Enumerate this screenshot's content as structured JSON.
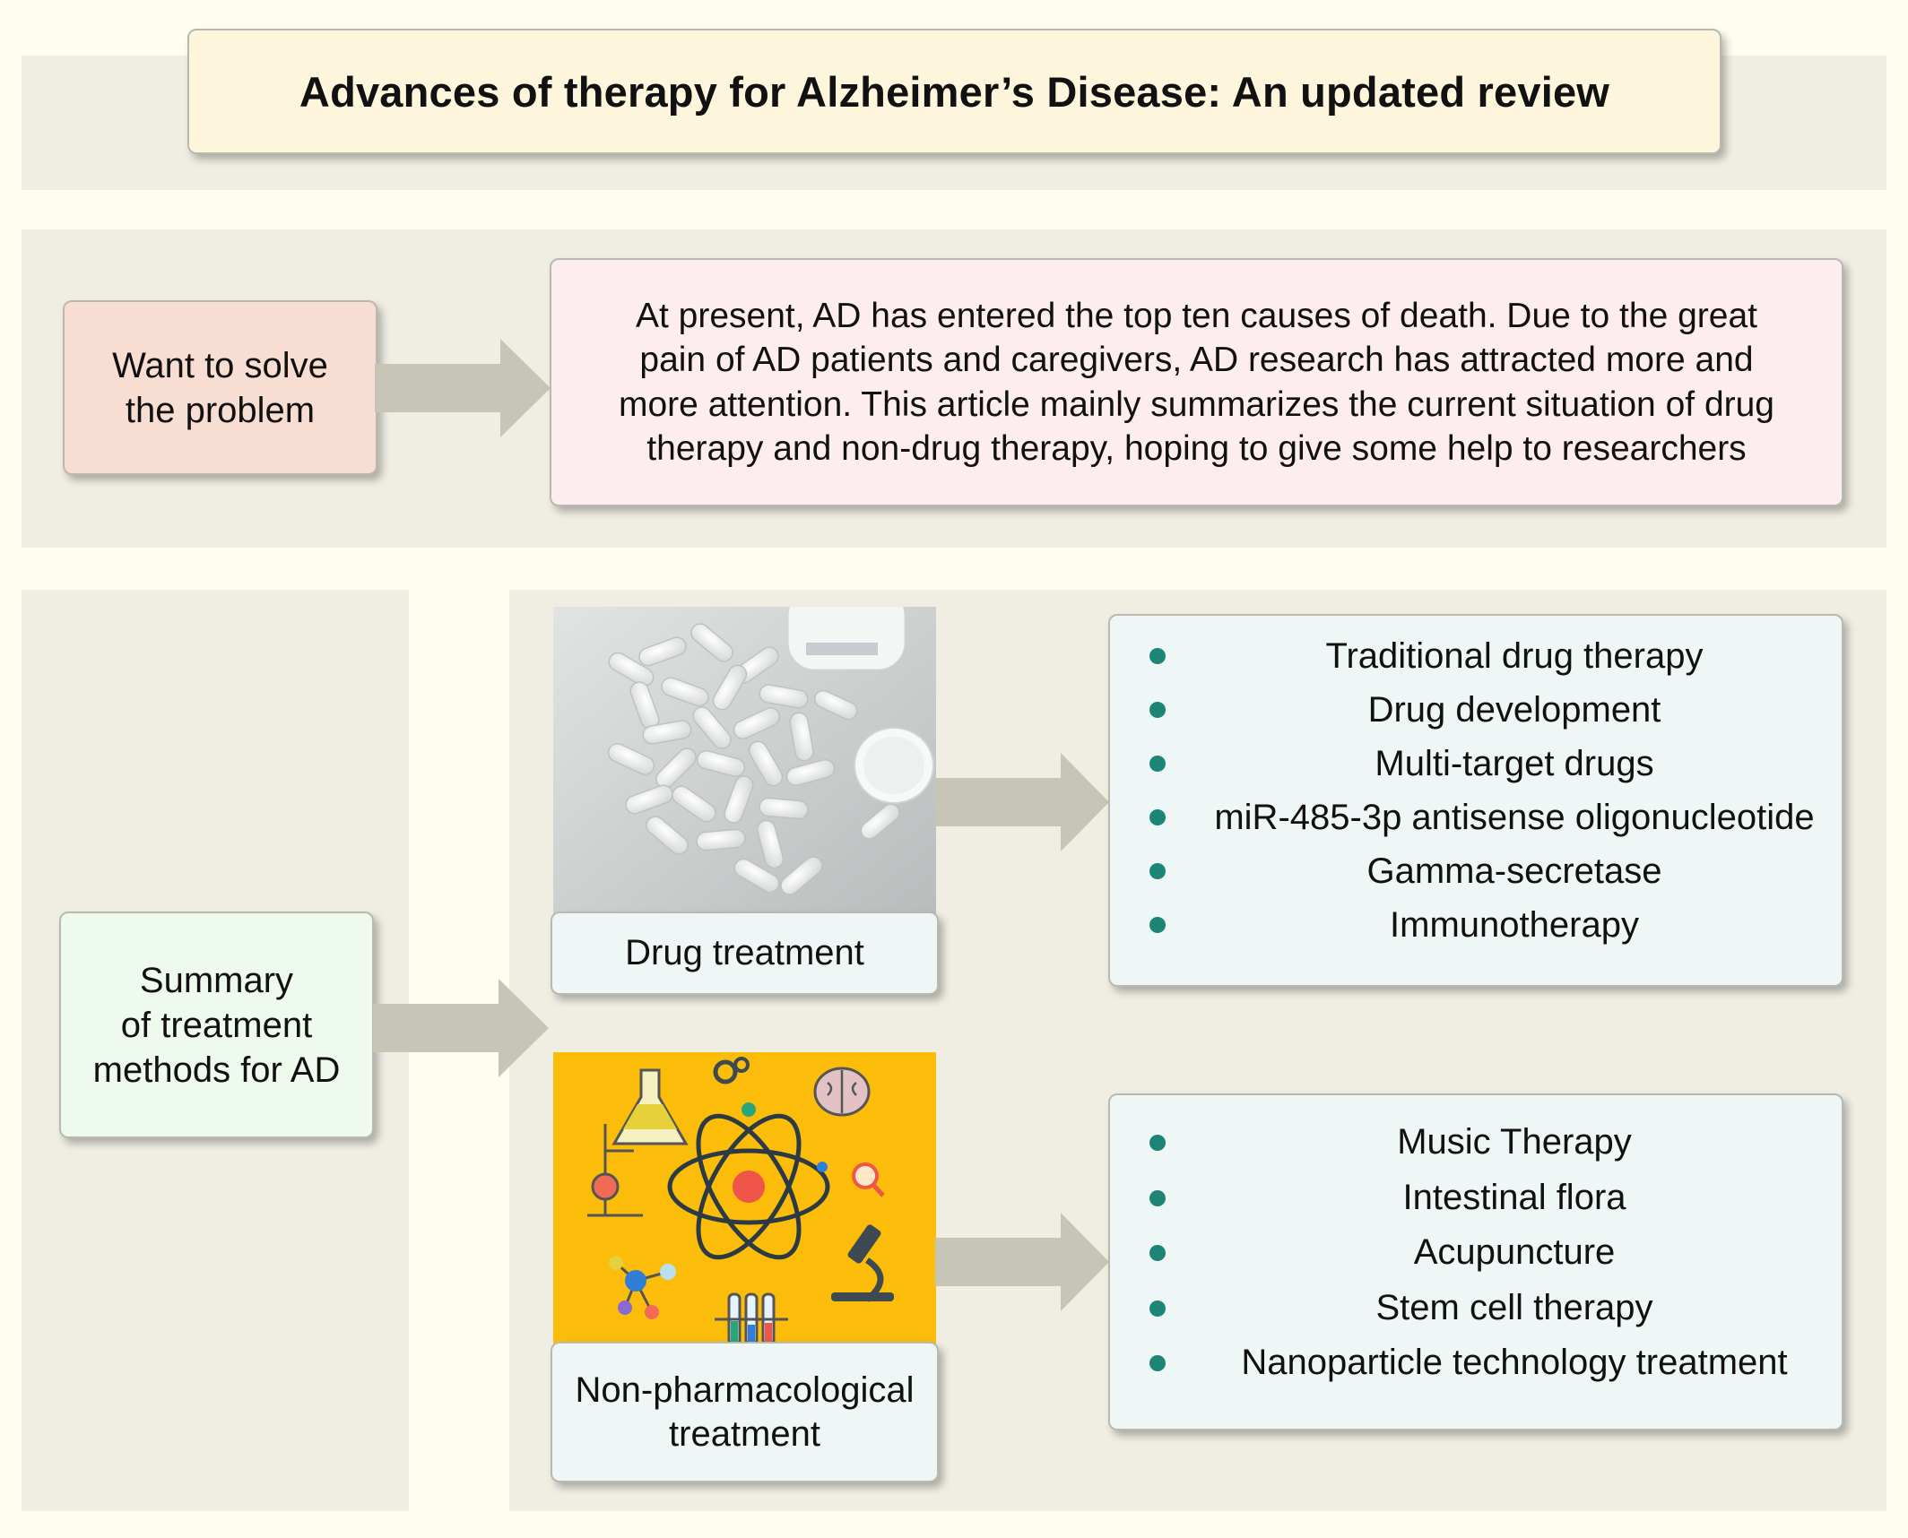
{
  "title": "Advances of therapy for Alzheimer’s Disease: An updated review",
  "problem": {
    "label_line1": "Want to solve",
    "label_line2": "the problem",
    "description": [
      "At present, AD has entered the top ten causes of death. Due to the great",
      "pain of AD patients and caregivers, AD research has attracted more and",
      "more attention. This article mainly summarizes the current situation of drug",
      "therapy and non-drug therapy, hoping to give some help to researchers"
    ]
  },
  "summary": {
    "lines": [
      "Summary",
      "of treatment",
      "methods for AD"
    ]
  },
  "drug": {
    "label": "Drug treatment",
    "items": [
      "Traditional drug therapy",
      "Drug development",
      "Multi-target drugs",
      "miR-485-3p antisense oligonucleotide",
      "Gamma-secretase",
      "Immunotherapy"
    ]
  },
  "nonpharm": {
    "label_line1": "Non-pharmacological",
    "label_line2": "treatment",
    "items": [
      "Music Therapy",
      "Intestinal flora",
      "Acupuncture",
      "Stem cell therapy",
      "Nanoparticle technology treatment"
    ]
  },
  "colors": {
    "page_background": "#fefef0",
    "band": "#f0eee3",
    "title_box": "#fef6dc",
    "problem_box": "#f8ddd2",
    "description_box": "#fdedee",
    "summary_box": "#eefaee",
    "treatment_box": "#eef6f6",
    "arrow": "#c7c5b6",
    "bullet": "#1d8576",
    "nonpharm_image_background": "#fbbd0a"
  },
  "icons": [
    "pills-photo",
    "science-collage"
  ]
}
